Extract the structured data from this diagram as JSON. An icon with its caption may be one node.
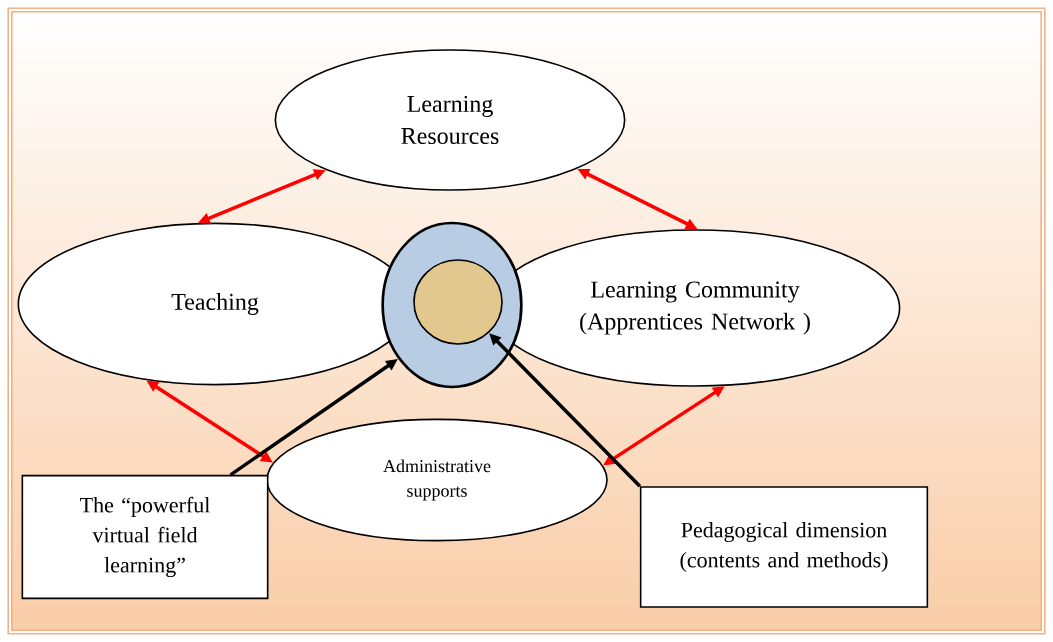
{
  "diagram": {
    "nodes": [
      {
        "text": [
          "Learning Resources"
        ]
      },
      {
        "text": [
          "Teaching"
        ]
      },
      {
        "text": [
          "Learning Community",
          "(Apprentices Network )"
        ]
      },
      {
        "text": [
          "Administrative supports"
        ]
      },
      {
        "text": [],
        "shape": "circle"
      },
      {
        "text": [],
        "shape": "circle",
        "in": 4
      },
      {
        "text": [
          "The “powerful virtual field learning”"
        ]
      },
      {
        "text": [
          "Pedagogical dimension (contents and methods)"
        ]
      }
    ],
    "edges": [
      {
        "from": 0,
        "to": 1,
        "arrow": "both"
      },
      {
        "from": 0,
        "to": 2,
        "arrow": "both"
      },
      {
        "from": 1,
        "to": 3,
        "arrow": "both"
      },
      {
        "from": 2,
        "to": 3,
        "arrow": "both"
      },
      {
        "from": 6,
        "to": 4,
        "arrow": "to",
        "color": "#000000"
      },
      {
        "from": 7,
        "to": 5,
        "arrow": "to",
        "color": "#000000"
      }
    ]
  }
}
